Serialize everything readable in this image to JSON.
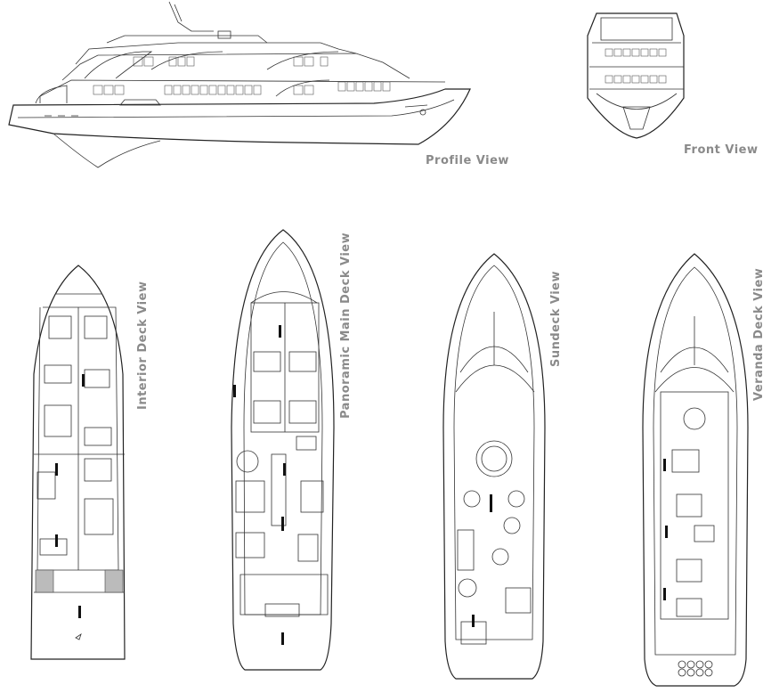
{
  "labels": {
    "profile": "Profile View",
    "front": "Front View",
    "interior": "Interior Deck View",
    "panoramic": "Panoramic Main Deck View",
    "sundeck": "Sundeck View",
    "veranda": "Veranda Deck View"
  },
  "colors": {
    "label": "#8a8a8a",
    "line": "#222222",
    "background": "#ffffff"
  }
}
